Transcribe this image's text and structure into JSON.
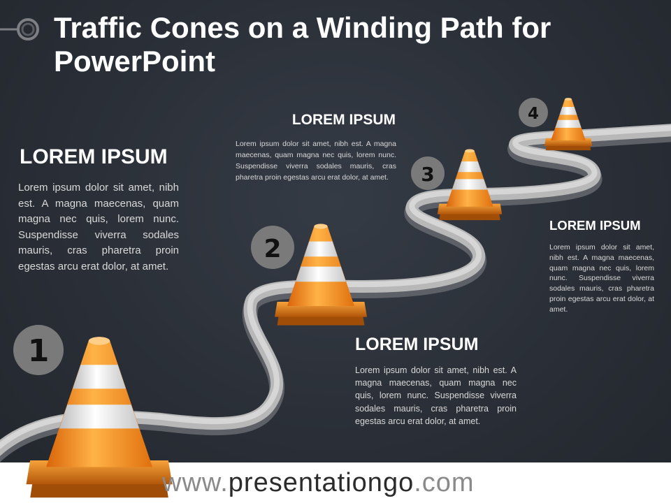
{
  "slide": {
    "title": "Traffic Cones on a Winding Path for PowerPoint"
  },
  "steps": [
    {
      "number": "1",
      "heading": "LOREM IPSUM",
      "body": "Lorem ipsum dolor sit amet, nibh est. A magna maecenas, quam magna nec quis, lorem nunc. Suspendisse viverra sodales mauris, cras pharetra proin egestas arcu erat dolor, at amet."
    },
    {
      "number": "2",
      "heading": "LOREM IPSUM",
      "body": "Lorem ipsum dolor sit amet, nibh est. A magna maecenas, quam magna nec quis, lorem nunc. Suspendisse viverra sodales mauris, cras pharetra proin egestas arcu erat dolor, at amet."
    },
    {
      "number": "3",
      "heading": "LOREM IPSUM",
      "body": "Lorem ipsum dolor sit amet, nibh est. A magna maecenas, quam magna nec quis, lorem nunc. Suspendisse viverra sodales mauris, cras pharetra proin egestas arcu erat dolor, at amet."
    },
    {
      "number": "4",
      "heading": "LOREM IPSUM",
      "body": "Lorem ipsum dolor sit amet, nibh est. A magna maecenas, quam magna nec quis, lorem nunc. Suspendisse viverra sodales mauris, cras pharetra proin egestas arcu erat dolor, at amet."
    }
  ],
  "footer": {
    "url_prefix": "www.",
    "url_brand": "presentationgo",
    "url_suffix": ".com"
  },
  "colors": {
    "background": "#2a2f37",
    "cone_orange": "#f7941d",
    "cone_stripe": "#f2f2f2",
    "path_gray": "#b0b0b0",
    "badge_gray": "#7a7a7a"
  },
  "icons": {
    "title_marker": "ring-icon",
    "cone": "traffic-cone-icon"
  }
}
